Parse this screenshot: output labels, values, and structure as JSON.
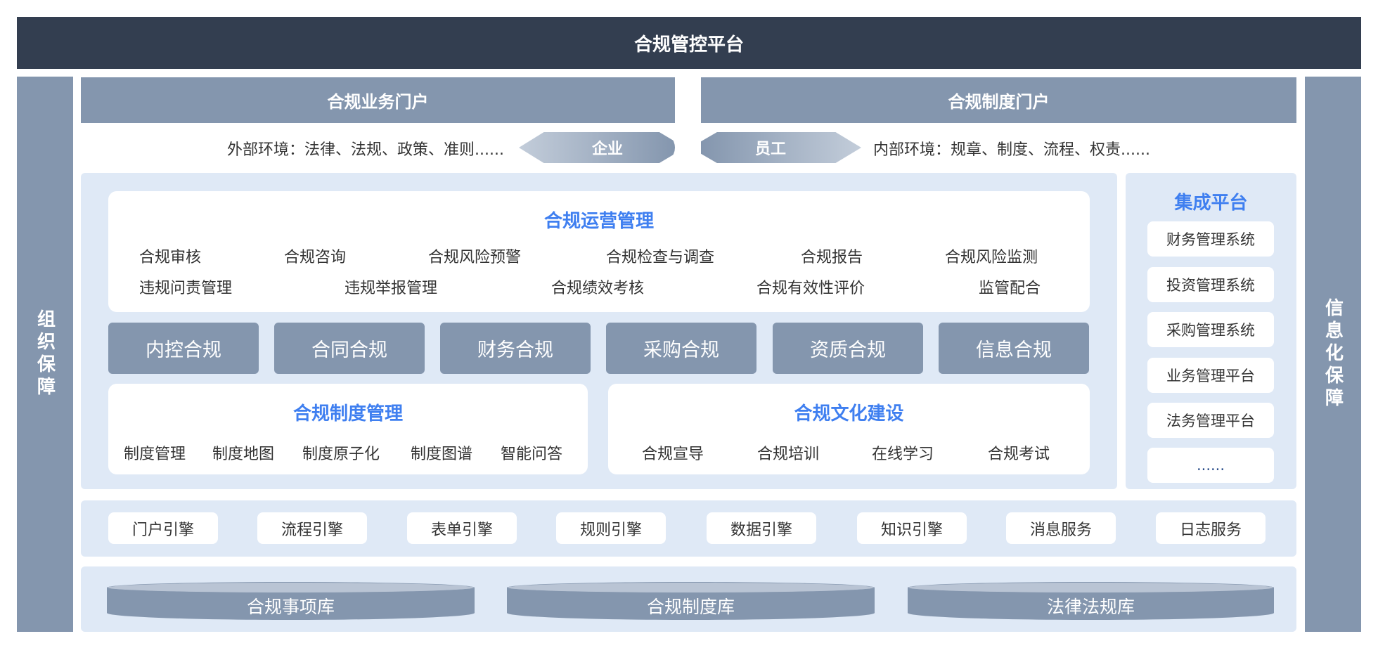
{
  "title": "合规管控平台",
  "left_pillar": "组织保障",
  "right_pillar": "信息化保障",
  "portals": {
    "business": "合规业务门户",
    "policy": "合规制度门户"
  },
  "environment": {
    "external": "外部环境：法律、法规、政策、准则......",
    "enterprise": "企业",
    "employee": "员工",
    "internal": "内部环境：规章、制度、流程、权责......"
  },
  "operations": {
    "title": "合规运营管理",
    "row1": [
      "合规审核",
      "合规咨询",
      "合规风险预警",
      "合规检查与调查",
      "合规报告",
      "合规风险监测"
    ],
    "row2": [
      "违规问责管理",
      "违规举报管理",
      "合规绩效考核",
      "合规有效性评价",
      "监管配合"
    ]
  },
  "modules": [
    "内控合规",
    "合同合规",
    "财务合规",
    "采购合规",
    "资质合规",
    "信息合规"
  ],
  "policy_mgmt": {
    "title": "合规制度管理",
    "items": [
      "制度管理",
      "制度地图",
      "制度原子化",
      "制度图谱",
      "智能问答"
    ]
  },
  "culture": {
    "title": "合规文化建设",
    "items": [
      "合规宣导",
      "合规培训",
      "在线学习",
      "合规考试"
    ]
  },
  "integration": {
    "title": "集成平台",
    "items": [
      "财务管理系统",
      "投资管理系统",
      "采购管理系统",
      "业务管理平台",
      "法务管理平台",
      "......"
    ]
  },
  "engines": [
    "门户引擎",
    "流程引擎",
    "表单引擎",
    "规则引擎",
    "数据引擎",
    "知识引擎",
    "消息服务",
    "日志服务"
  ],
  "databases": [
    "合规事项库",
    "合规制度库",
    "法律法规库"
  ],
  "colors": {
    "dark": "#333e50",
    "slate": "#8496ae",
    "panel": "#dfe9f6",
    "accent": "#3f7ff0"
  }
}
